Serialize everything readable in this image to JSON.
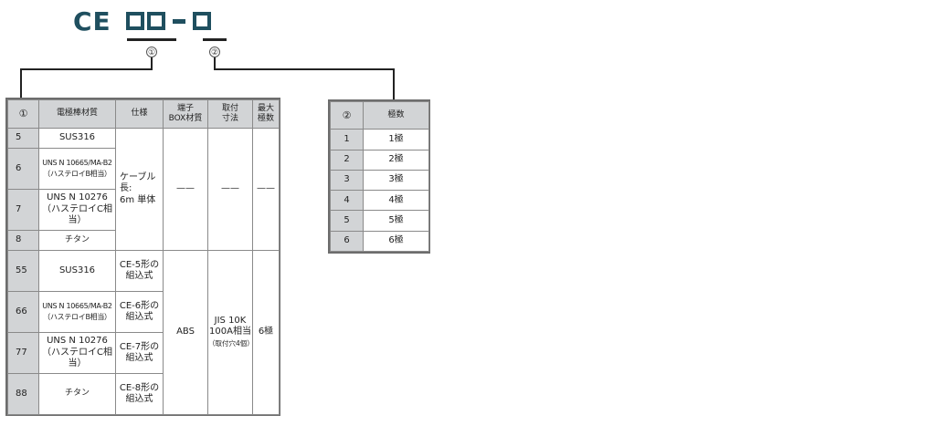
{
  "model_code": {
    "prefix": "CE",
    "markers": [
      "①",
      "②"
    ]
  },
  "table1": {
    "headers": [
      "①",
      "電極棒材質",
      "仕様",
      "端子",
      "BOX材質",
      "取付",
      "寸法",
      "最大",
      "極数"
    ],
    "rows": [
      {
        "code": "5",
        "material": "SUS316"
      },
      {
        "code": "6",
        "material_l1": "UNS N 10665/MA-B2",
        "material_l2": "（ハステロイB相当）"
      },
      {
        "code": "7",
        "material_l1": "UNS N 10276",
        "material_l2": "（ハステロイC相当）"
      },
      {
        "code": "8",
        "material": "チタン"
      },
      {
        "code": "55",
        "material": "SUS316",
        "spec_l1": "CE-5形の",
        "spec_l2": "組込式"
      },
      {
        "code": "66",
        "material_l1": "UNS N 10665/MA-B2",
        "material_l2": "（ハステロイB相当）",
        "spec_l1": "CE-6形の",
        "spec_l2": "組込式"
      },
      {
        "code": "77",
        "material_l1": "UNS N 10276",
        "material_l2": "（ハステロイC相当）",
        "spec_l1": "CE-7形の",
        "spec_l2": "組込式"
      },
      {
        "code": "88",
        "material": "チタン",
        "spec_l1": "CE-8形の",
        "spec_l2": "組込式"
      }
    ],
    "group1": {
      "spec_l1": "ケーブル長:",
      "spec_l2": "6m 単体",
      "box": "——",
      "mount": "——",
      "max": "——"
    },
    "group2": {
      "box": "ABS",
      "mount_l1": "JIS 10K",
      "mount_l2": "100A相当",
      "mount_l3": "（取付穴4個）",
      "max": "6極"
    }
  },
  "table2": {
    "headers": [
      "②",
      "極数"
    ],
    "rows": [
      {
        "code": "1",
        "value": "1極"
      },
      {
        "code": "2",
        "value": "2極"
      },
      {
        "code": "3",
        "value": "3極"
      },
      {
        "code": "4",
        "value": "4極"
      },
      {
        "code": "5",
        "value": "5極"
      },
      {
        "code": "6",
        "value": "6極"
      }
    ]
  }
}
